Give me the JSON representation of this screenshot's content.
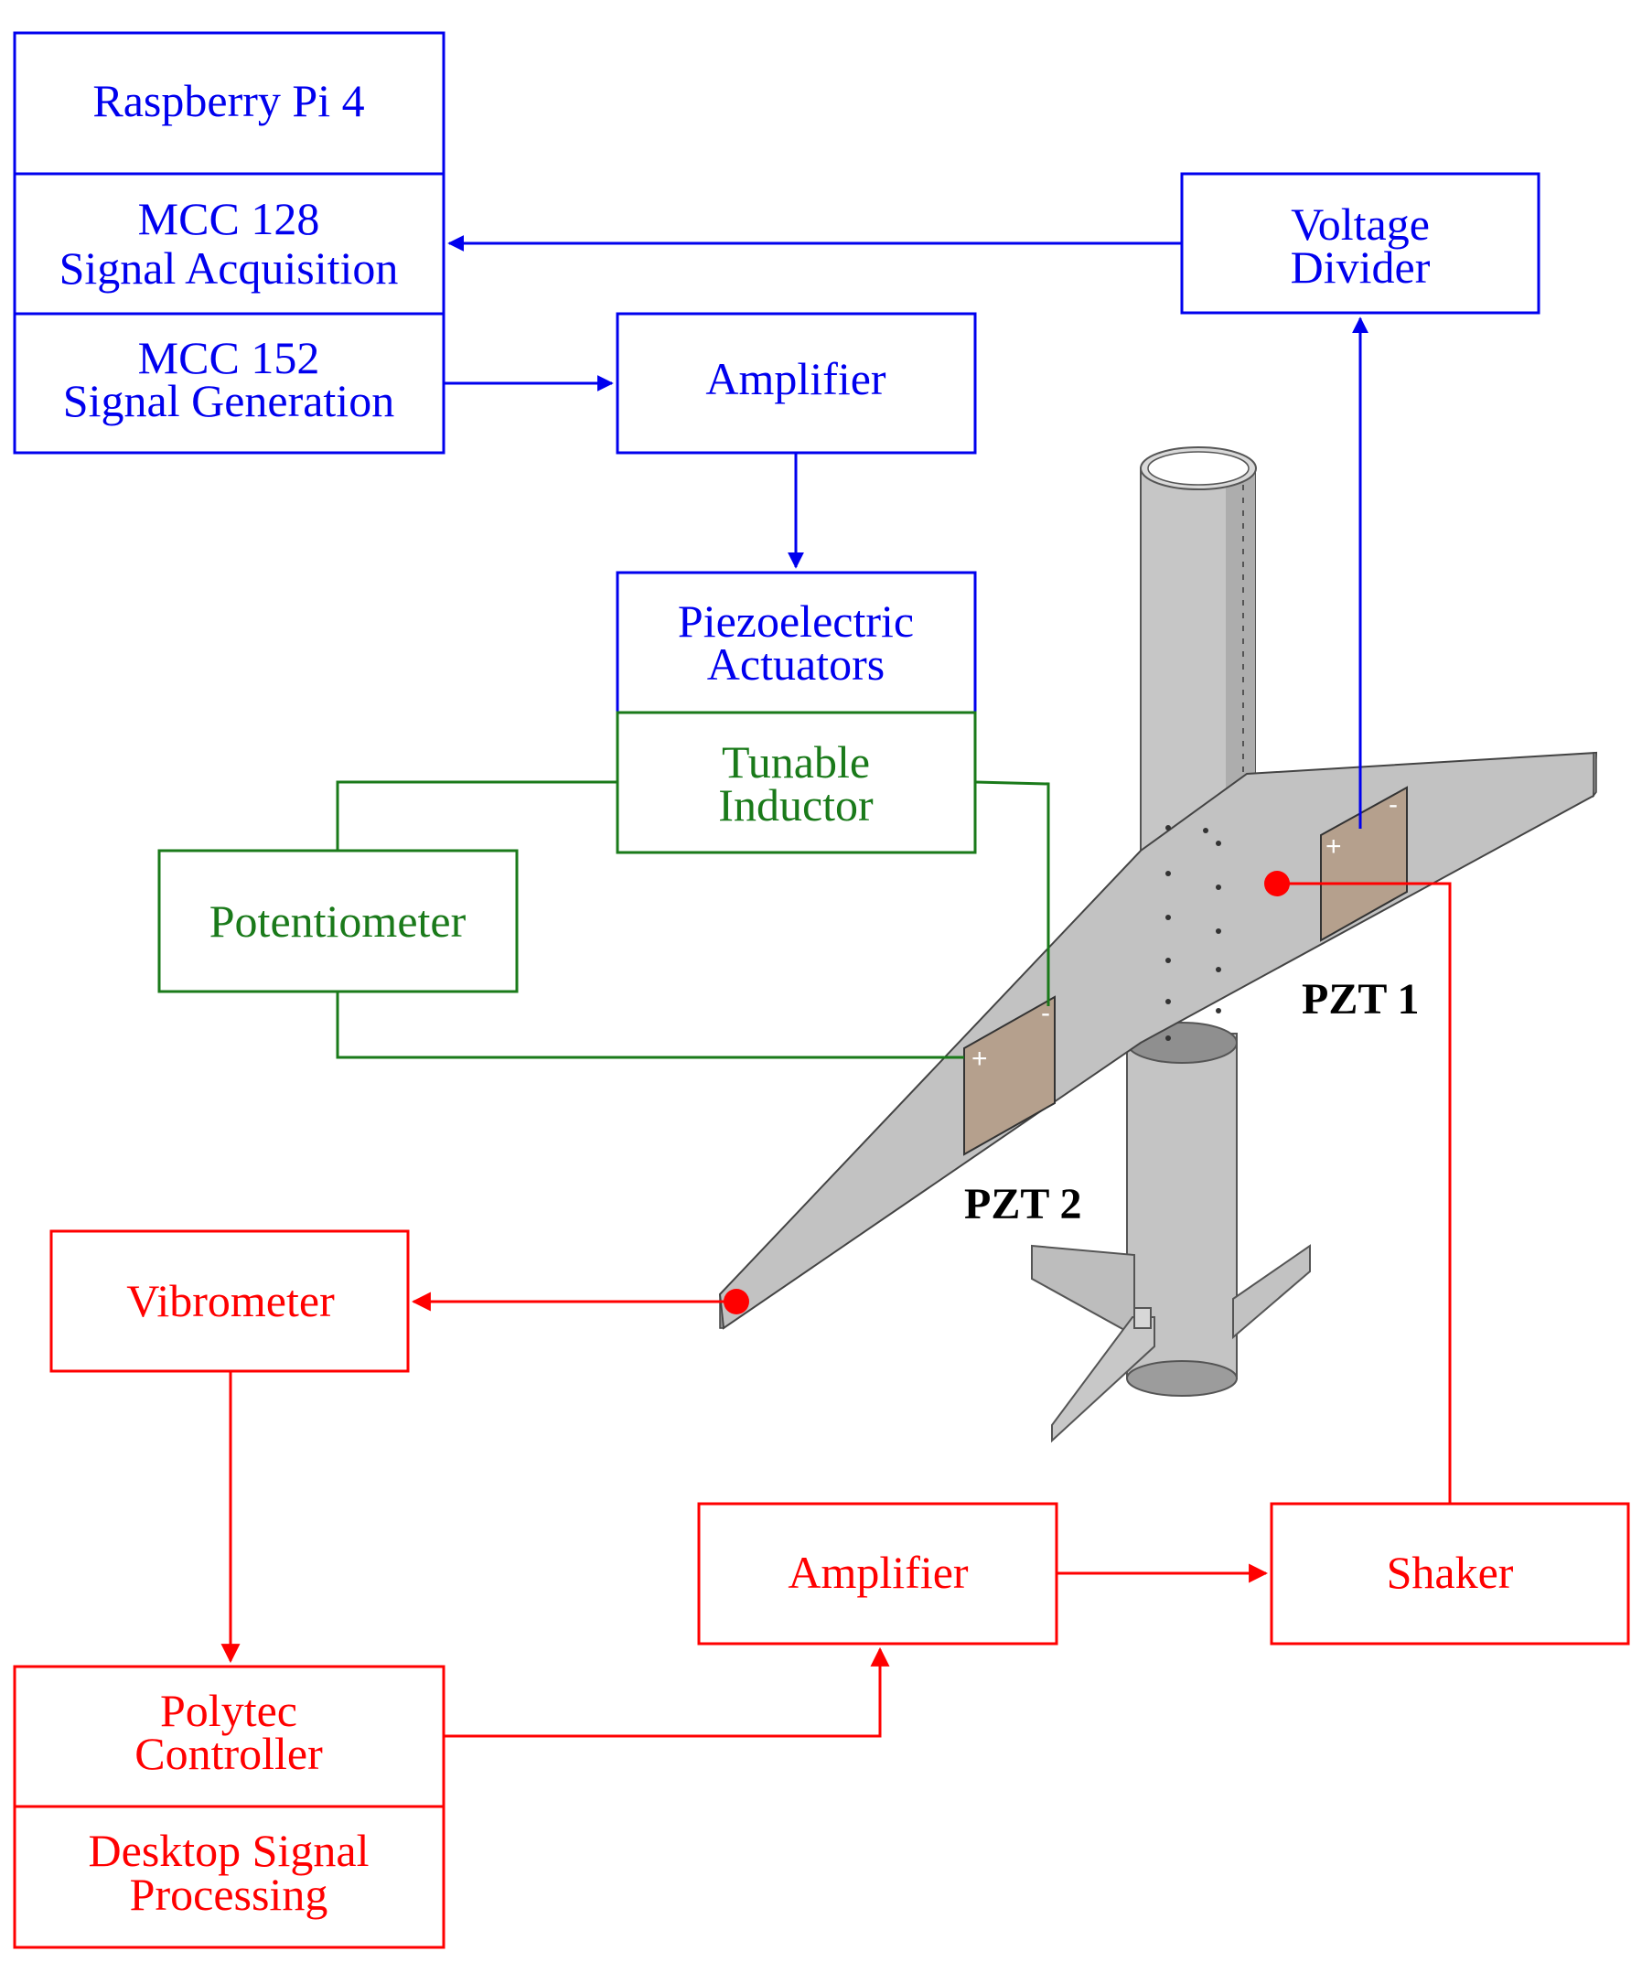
{
  "colors": {
    "acquisition": "#0000ee",
    "tuning": "#1a7a1a",
    "excitation": "#ff0000",
    "structure": "#b9b9b9",
    "patch": "#b5a08d"
  },
  "blocks": {
    "raspberry": "Raspberry Pi 4",
    "mcc128": [
      "MCC 128",
      "Signal Acquisition"
    ],
    "mcc152": [
      "MCC 152",
      "Signal Generation"
    ],
    "amplifier_blue": "Amplifier",
    "voltage_divider": [
      "Voltage",
      "Divider"
    ],
    "piezo_actuators": [
      "Piezoelectric",
      "Actuators"
    ],
    "tunable_inductor": [
      "Tunable",
      "Inductor"
    ],
    "potentiometer": "Potentiometer",
    "vibrometer": "Vibrometer",
    "polytec": [
      "Polytec",
      "Controller"
    ],
    "desktop": [
      "Desktop Signal",
      "Processing"
    ],
    "amplifier_red": "Amplifier",
    "shaker": "Shaker"
  },
  "patches": {
    "pzt1": "PZT 1",
    "pzt2": "PZT 2",
    "plus": "+",
    "minus": "-"
  }
}
